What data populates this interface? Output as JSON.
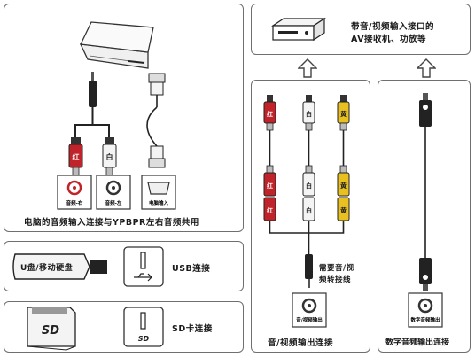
{
  "panels": {
    "computer": {
      "caption": "电脑的音频输入连接与YPBPR左右音频共用",
      "ports": [
        "音频-右",
        "音频-左",
        "电脑输入"
      ],
      "plug_labels": [
        "红",
        "白"
      ]
    },
    "usb": {
      "device_label": "U盘/移动硬盘",
      "caption": "USB连接"
    },
    "sd": {
      "card_label": "SD",
      "caption": "SD卡连接"
    },
    "receiver": {
      "caption_line1": "带音/视频输入接口的",
      "caption_line2": "AV接收机、功放等"
    },
    "av_out": {
      "plug_labels": [
        "红",
        "白",
        "黄"
      ],
      "note_line1": "需要音/视",
      "note_line2": "频转接线",
      "port_label": "音/视频输出",
      "caption": "音/视频输出连接"
    },
    "digital_out": {
      "port_label": "数字音频输出",
      "caption": "数字音频输出连接"
    }
  },
  "colors": {
    "red_plug": "#c0242a",
    "yellow_plug": "#e8c020",
    "white_plug": "#f4f4f4",
    "border": "#6f6f6f"
  }
}
